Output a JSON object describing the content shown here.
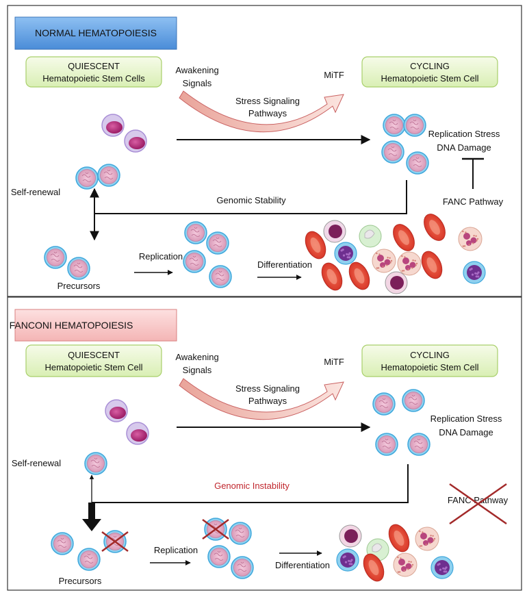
{
  "panels": {
    "normal": {
      "title": "NORMAL HEMATOPOIESIS",
      "quiescent": [
        "QUIESCENT",
        "Hematopoietic Stem Cells"
      ],
      "cycling": [
        "CYCLING",
        "Hematopoietic Stem Cell"
      ],
      "awakening": [
        "Awakening",
        "Signals"
      ],
      "mitf": "MiTF",
      "stress": [
        "Stress Signaling",
        "Pathways"
      ],
      "replication_stress": [
        "Replication Stress",
        "DNA Damage"
      ],
      "fanc": "FANC Pathway",
      "genomic": "Genomic Stability",
      "self_renewal": "Self-renewal",
      "precursors": "Precursors",
      "replication": "Replication",
      "differentiation": "Differentiation"
    },
    "fanconi": {
      "title": "FANCONI HEMATOPOIESIS",
      "quiescent": [
        "QUIESCENT",
        "Hematopoietic Stem Cell"
      ],
      "cycling": [
        "CYCLING",
        "Hematopoietic Stem Cell"
      ],
      "awakening": [
        "Awakening",
        "Signals"
      ],
      "mitf": "MiTF",
      "stress": [
        "Stress Signaling",
        "Pathways"
      ],
      "replication_stress": [
        "Replication Stress",
        "DNA Damage"
      ],
      "fanc": "FANC Pathway",
      "genomic": "Genomic Instability",
      "self_renewal": "Self-renewal",
      "precursors": "Precursors",
      "replication": "Replication",
      "differentiation": "Differentiation"
    }
  },
  "colors": {
    "normal_banner": "#6aa6e6",
    "fanconi_banner": "#f6b8b8",
    "label_box": "#e8f5cf",
    "label_box_border": "#a8cf6a",
    "instability_text": "#c0262d",
    "cross": "#a32a2a"
  }
}
